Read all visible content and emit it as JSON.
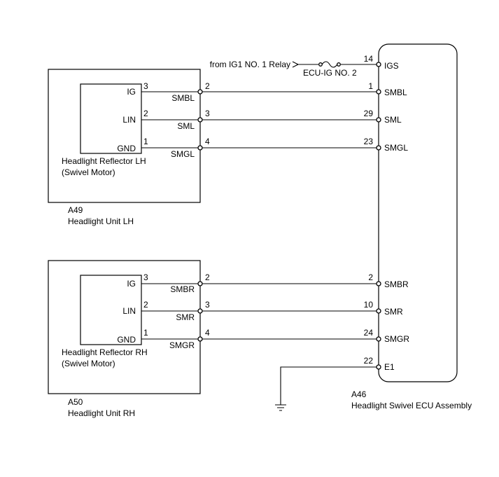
{
  "supply": {
    "source": "from IG1 NO. 1 Relay",
    "fuse": "ECU-IG NO. 2"
  },
  "ecu": {
    "code": "A46",
    "name": "Headlight Swivel ECU Assembly",
    "pins": [
      {
        "num": "14",
        "name": "IGS"
      },
      {
        "num": "1",
        "name": "SMBL"
      },
      {
        "num": "29",
        "name": "SML"
      },
      {
        "num": "23",
        "name": "SMGL"
      },
      {
        "num": "2",
        "name": "SMBR"
      },
      {
        "num": "10",
        "name": "SMR"
      },
      {
        "num": "24",
        "name": "SMGR"
      },
      {
        "num": "22",
        "name": "E1"
      }
    ]
  },
  "units": [
    {
      "code": "A49",
      "name": "Headlight Unit LH",
      "reflector_line1": "Headlight Reflector LH",
      "reflector_line2": "(Swivel Motor)",
      "inner": [
        {
          "name": "IG",
          "pin": "3"
        },
        {
          "name": "LIN",
          "pin": "2"
        },
        {
          "name": "GND",
          "pin": "1"
        }
      ],
      "connector": [
        {
          "pin": "2",
          "wire": "SMBL"
        },
        {
          "pin": "3",
          "wire": "SML"
        },
        {
          "pin": "4",
          "wire": "SMGL"
        }
      ]
    },
    {
      "code": "A50",
      "name": "Headlight Unit RH",
      "reflector_line1": "Headlight Reflector RH",
      "reflector_line2": "(Swivel Motor)",
      "inner": [
        {
          "name": "IG",
          "pin": "3"
        },
        {
          "name": "LIN",
          "pin": "2"
        },
        {
          "name": "GND",
          "pin": "1"
        }
      ],
      "connector": [
        {
          "pin": "2",
          "wire": "SMBR"
        },
        {
          "pin": "3",
          "wire": "SMR"
        },
        {
          "pin": "4",
          "wire": "SMGR"
        }
      ]
    }
  ],
  "ground_icon": "ground-symbol"
}
